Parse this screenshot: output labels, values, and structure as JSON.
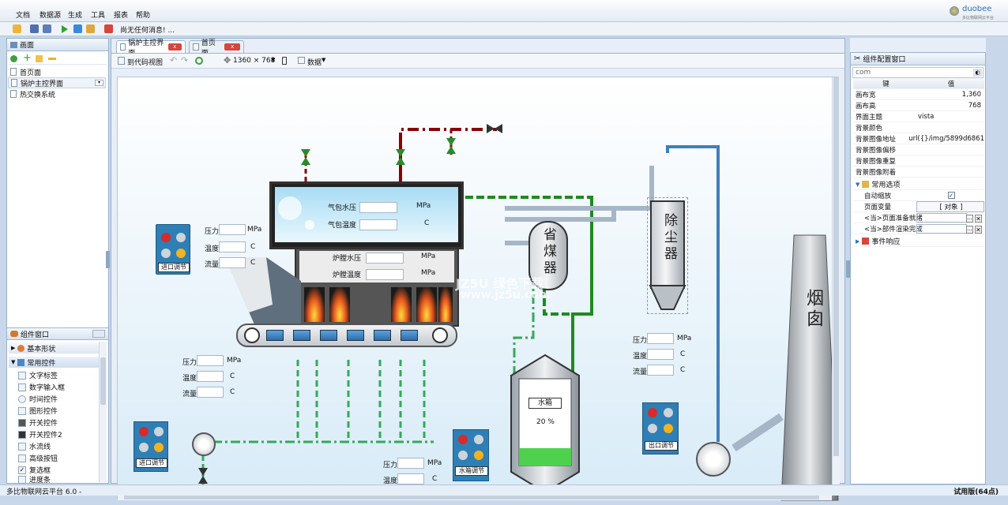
{
  "menu": {
    "items": [
      "文档",
      "数据源",
      "生成",
      "工具",
      "报表",
      "帮助"
    ],
    "status_message": "尚无任何消息! ..."
  },
  "logo": {
    "brand": "duobee",
    "tagline": "多比物联网云平台"
  },
  "left": {
    "title": "画面",
    "tree": [
      "首页面",
      "锅炉主控界面",
      "热交换系统"
    ],
    "component_title": "组件窗口",
    "groups": {
      "basic": "基本形状",
      "common": "常用控件"
    },
    "components": [
      "文字标签",
      "数字输入框",
      "时间控件",
      "图形控件",
      "开关控件",
      "开关控件2",
      "水流线",
      "高级按钮",
      "复选框",
      "进度条"
    ]
  },
  "tabs": [
    "锅炉主控界面",
    "首页面"
  ],
  "tools": {
    "code_view": "到代码视图",
    "resolution": "1360 × 768",
    "data": "数据"
  },
  "scene": {
    "drum_pressure": "气包水压",
    "drum_temp": "气包温度",
    "mpa": "MPa",
    "c": "C",
    "furnace_pressure": "炉膛水压",
    "furnace_temp": "炉膛温度",
    "pressure": "压力",
    "temperature": "温度",
    "flow": "流量",
    "economizer": "省煤器",
    "dust": "除尘器",
    "chimney": "烟囱",
    "tank_label": "水箱",
    "tank_value": "20 %",
    "inlet_ctrl": "进口调节",
    "outlet_ctrl": "出口调节",
    "tank_ctrl": "水箱调节",
    "watermark1": "JZ5U 绿色下载",
    "watermark2": "www.jz5u.com"
  },
  "right": {
    "title": "组件配置窗口",
    "search": "com",
    "key_header": "键",
    "val_header": "值",
    "props": [
      {
        "k": "画布宽",
        "v": "1,360"
      },
      {
        "k": "画布高",
        "v": "768"
      },
      {
        "k": "界面主题",
        "v": "vista"
      },
      {
        "k": "背景颜色",
        "v": ""
      },
      {
        "k": "背景图像地址",
        "v": "url({}/img/5899d6861"
      },
      {
        "k": "背景图像偏移",
        "v": ""
      },
      {
        "k": "背景图像重复",
        "v": ""
      },
      {
        "k": "背景图像附着",
        "v": ""
      }
    ],
    "section_common": "常用选项",
    "auto_scale": "自动缩放",
    "page_var": "页面变量",
    "page_var_value": "[ 对象 ]",
    "page_ready": "<当>页面准备就绪",
    "comp_done": "<当>部件渲染完成",
    "section_events": "事件响应"
  },
  "status": {
    "platform": "多比物联网云平台 6.0 -",
    "trial": "试用版(64点)"
  },
  "colors": {
    "accent": "#2f6fb5",
    "pipe_red": "#8b0000",
    "pipe_green": "#1f8a1f",
    "pipe_blue": "#3d7fc1"
  }
}
